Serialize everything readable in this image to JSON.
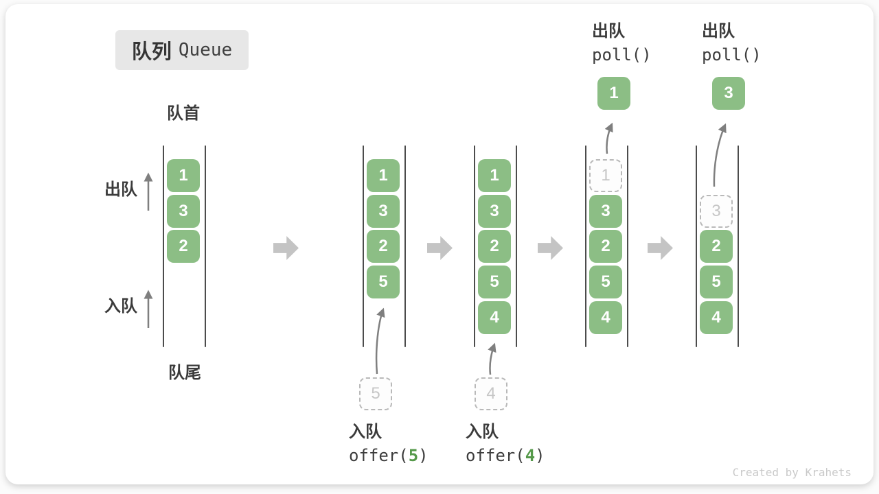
{
  "title": {
    "zh": "队列",
    "en": "Queue"
  },
  "side_labels": {
    "front": "队首",
    "rear": "队尾",
    "dequeue": "出队",
    "enqueue": "入队"
  },
  "operations": {
    "poll": [
      {
        "label": "出队",
        "call": "poll()",
        "result": "1"
      },
      {
        "label": "出队",
        "call": "poll()",
        "result": "3"
      }
    ],
    "offer": [
      {
        "label": "入队",
        "call_prefix": "offer(",
        "arg": "5",
        "call_suffix": ")"
      },
      {
        "label": "入队",
        "call_prefix": "offer(",
        "arg": "4",
        "call_suffix": ")"
      }
    ]
  },
  "pending_inputs": [
    "5",
    "4"
  ],
  "states": [
    {
      "cells": [
        {
          "v": "1",
          "type": "solid"
        },
        {
          "v": "3",
          "type": "solid"
        },
        {
          "v": "2",
          "type": "solid"
        }
      ]
    },
    {
      "cells": [
        {
          "v": "1",
          "type": "solid"
        },
        {
          "v": "3",
          "type": "solid"
        },
        {
          "v": "2",
          "type": "solid"
        },
        {
          "v": "5",
          "type": "solid"
        }
      ]
    },
    {
      "cells": [
        {
          "v": "1",
          "type": "solid"
        },
        {
          "v": "3",
          "type": "solid"
        },
        {
          "v": "2",
          "type": "solid"
        },
        {
          "v": "5",
          "type": "solid"
        },
        {
          "v": "4",
          "type": "solid"
        }
      ]
    },
    {
      "cells": [
        {
          "v": "1",
          "type": "dashed"
        },
        {
          "v": "3",
          "type": "solid"
        },
        {
          "v": "2",
          "type": "solid"
        },
        {
          "v": "5",
          "type": "solid"
        },
        {
          "v": "4",
          "type": "solid"
        }
      ]
    },
    {
      "cells": [
        {
          "v": "",
          "type": "empty"
        },
        {
          "v": "3",
          "type": "dashed"
        },
        {
          "v": "2",
          "type": "solid"
        },
        {
          "v": "5",
          "type": "solid"
        },
        {
          "v": "4",
          "type": "solid"
        }
      ]
    }
  ],
  "watermark": "Created by Krahets",
  "colors": {
    "cell_green": "#8cbe85",
    "accent_green": "#55994a",
    "flow_arrow_gray": "#c4c4c4",
    "thin_arrow_gray": "#7f7f7f",
    "dashed_border_gray": "#b9b9b9",
    "label_dark": "#3b3b3b",
    "title_bg": "#e7e7e7"
  }
}
